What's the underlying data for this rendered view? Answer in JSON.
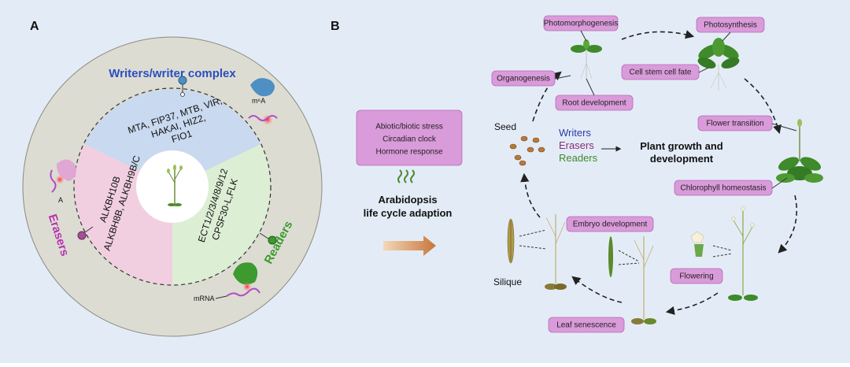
{
  "panels": {
    "a_label": "A",
    "b_label": "B"
  },
  "panel_a": {
    "writers": {
      "title": "Writers/writer complex",
      "members": [
        "MTA, FIP37, MTB, VIR,",
        "HAKAI, HIZ2,",
        "FIO1"
      ],
      "mark": "m⁶A"
    },
    "erasers": {
      "title": "Erasers",
      "members": [
        "ALKBH10B",
        "ALKBH8B, ALKBH9B/C"
      ],
      "mark": "A"
    },
    "readers": {
      "title": "Readers",
      "members": [
        "ECT1/2/3/4/8/9/12",
        "CPSF30-L,FLK"
      ],
      "mrna": "mRNA"
    },
    "colors": {
      "writers": "#2a4ec2",
      "erasers": "#b832b0",
      "readers": "#3c9a2e",
      "ring": "#dcdcd2"
    }
  },
  "panel_b": {
    "stress_box": [
      "Abiotic/biotic stress",
      "Circadian clock",
      "Hormone response"
    ],
    "adaption_title": [
      "Arabidopsis",
      "life cycle adaption"
    ],
    "center": {
      "writers": "Writers",
      "erasers": "Erasers",
      "readers": "Readers",
      "result": [
        "Plant growth and",
        "development"
      ]
    },
    "stage_labels": {
      "photomorphogenesis": "Photomorphogenesis",
      "photosynthesis": "Photosynthesis",
      "organogenesis": "Organogenesis",
      "cell_fate": "Cell stem cell fate",
      "root_development": "Root development",
      "flower_transition": "Flower transition",
      "chlorophyll": "Chlorophyll homeostasis",
      "embryo": "Embryo development",
      "flowering": "Flowering",
      "leaf_senescence": "Leaf senescence"
    },
    "plain_labels": {
      "seed": "Seed",
      "silique": "Silique"
    }
  }
}
